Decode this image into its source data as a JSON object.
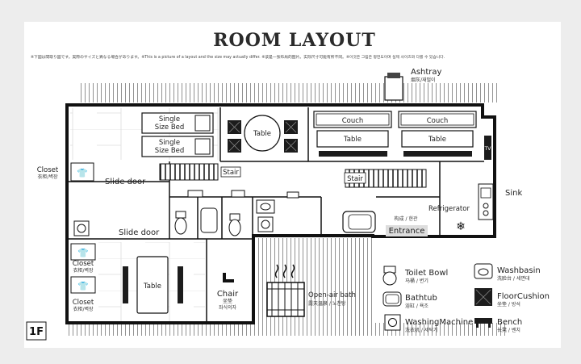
{
  "title": "ROOM LAYOUT",
  "disclaimer": "※下図は間取り図です。実際のサイズと異なる場合があります。※This is a picture of a layout and the size may actually differ. ※该是一张布局的图片。实际尺寸可能有所不同。※이것은 그림은 평면도이며 실제 사이즈와 다를 수 있습니다.",
  "floor": "1F",
  "rooms": {
    "single_bed_1": [
      "Single",
      "Size Bed"
    ],
    "single_bed_2": [
      "Single",
      "Size Bed"
    ],
    "table_top": "Table",
    "couch_1": "Couch",
    "table_couch_1": "Table",
    "couch_2": "Couch",
    "table_couch_2": "Table",
    "stair_1": "Stair",
    "stair_2": "Stair",
    "tv": "TV",
    "sink": "Sink",
    "refrigerator": "Refrigerator",
    "closet_left": "Closet",
    "closet_left_sub": "衣柜/벽장",
    "slide_door_1": "Slide door",
    "slide_door_2": "Slide door",
    "closet_2": "Closet",
    "closet_2_sub": "衣柜/벽장",
    "closet_3": "Closet",
    "closet_3_sub": "衣柜/벽장",
    "table_bottom": "Table",
    "chair": "Chair",
    "chair_sub1": "坐垫",
    "chair_sub2": "좌식의자",
    "entrance_sub": "构成 / 현관",
    "entrance": "Entrance",
    "bath": "Open-air bath",
    "bath_sub": "露天温泉 / 노천탕",
    "ashtray": "Ashtray",
    "ashtray_sub": "烟灰/재떨이"
  },
  "legend": [
    {
      "icon": "toilet-icon",
      "label": "Toilet Bowl",
      "sub": "马桶 / 변기"
    },
    {
      "icon": "washbasin-icon",
      "label": "Washbasin",
      "sub": "洗脸台 / 세면대"
    },
    {
      "icon": "bathtub-icon",
      "label": "Bathtub",
      "sub": "浴缸 / 욕조"
    },
    {
      "icon": "floor-cushion-icon",
      "label": "FloorCushion",
      "sub": "坐垫 / 방석"
    },
    {
      "icon": "washing-machine-icon",
      "label": "WashingMachine",
      "sub": "洗衣机 / 세탁기"
    },
    {
      "icon": "bench-icon",
      "label": "Bench",
      "sub": "长凳 / 벤치"
    }
  ]
}
